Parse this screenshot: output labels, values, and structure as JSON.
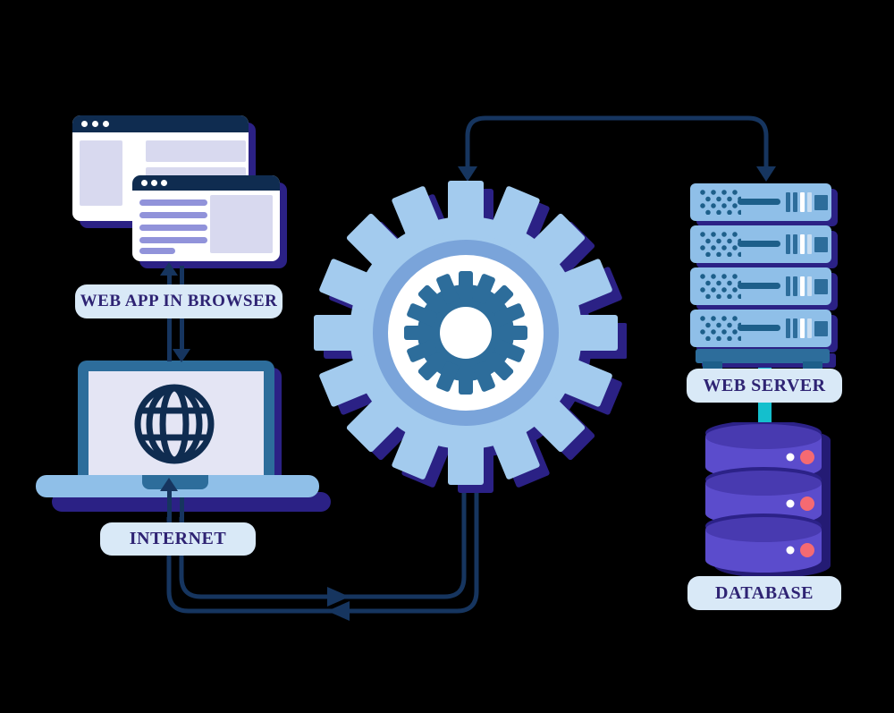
{
  "diagram": {
    "type": "web-application-architecture",
    "labels": {
      "web_app": "WEB APP IN BROWSER",
      "internet": "INTERNET",
      "web_server": "WEB SERVER",
      "database": "DATABASE"
    },
    "icons": [
      {
        "name": "browser-windows-icon",
        "meaning": "web app in browser"
      },
      {
        "name": "laptop-icon",
        "meaning": "client device"
      },
      {
        "name": "globe-icon",
        "meaning": "internet"
      },
      {
        "name": "gear-icon",
        "meaning": "processing / application server"
      },
      {
        "name": "server-rack-icon",
        "meaning": "web server"
      },
      {
        "name": "database-icon",
        "meaning": "database"
      }
    ],
    "connections": [
      {
        "from": "web-app-label",
        "to": "browser-windows",
        "arrow": "up"
      },
      {
        "from": "web-app-label",
        "to": "laptop",
        "arrow": "down"
      },
      {
        "from": "internet-label",
        "to": "laptop",
        "arrow": "up"
      },
      {
        "from": "internet",
        "to": "gear",
        "arrow": "right"
      },
      {
        "from": "gear",
        "to": "internet",
        "arrow": "left"
      },
      {
        "from": "arc",
        "to": "gear-top-and-server-top",
        "arrow": "down-both-ends"
      },
      {
        "from": "web-server",
        "to": "database",
        "arrow": "plain-link"
      }
    ],
    "colors": {
      "background": "#000000",
      "line_navy": "#16355f",
      "dark_navy": "#0f2c50",
      "indigo_shadow": "#2b2185",
      "light_blue": "#8fbfe8",
      "gear_blue": "#a3cbee",
      "gear_ring_blue": "#7aa4da",
      "steel_blue": "#2d6d9b",
      "detail_blue": "#1d5f8a",
      "screen_lavender": "#e4e5f4",
      "block_lavender": "#d8d9ef",
      "periwinkle": "#9193da",
      "label_bg": "#d9e9f7",
      "label_text": "#2e2373",
      "teal": "#14bfcd",
      "db_purple": "#5b4ccc",
      "db_top_purple": "#483ab0",
      "db_dark": "#241b74",
      "pink_dot": "#f56a72",
      "white": "#ffffff"
    }
  }
}
